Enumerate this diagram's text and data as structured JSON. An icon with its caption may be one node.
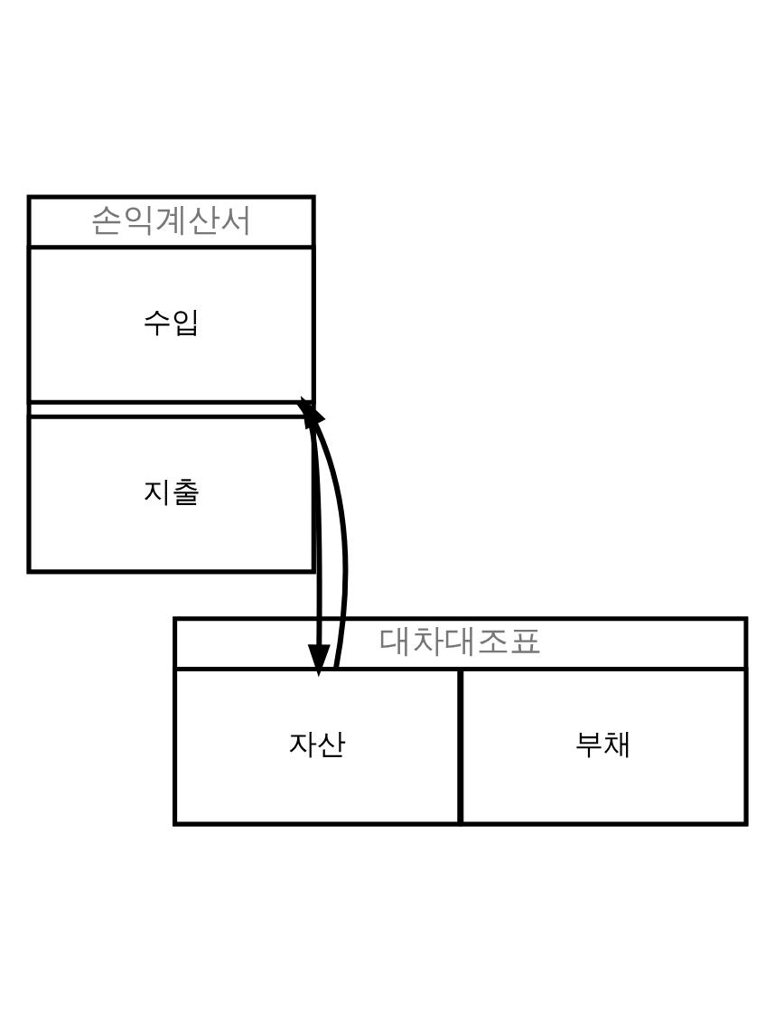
{
  "diagram": {
    "nodes": [
      {
        "text": [
          "손익계산서"
        ]
      },
      {
        "text": [
          "수입"
        ],
        "in": 0
      },
      {
        "text": [
          "지출"
        ],
        "in": 0
      },
      {
        "text": [
          "대차대조표"
        ]
      },
      {
        "text": [
          "자산"
        ],
        "in": 3
      },
      {
        "text": [
          "부채"
        ],
        "in": 3
      }
    ],
    "edges": [
      {
        "from": 4,
        "to": 1,
        "arrow": "to"
      },
      {
        "from": 1,
        "to": 4,
        "arrow": "to"
      }
    ]
  }
}
